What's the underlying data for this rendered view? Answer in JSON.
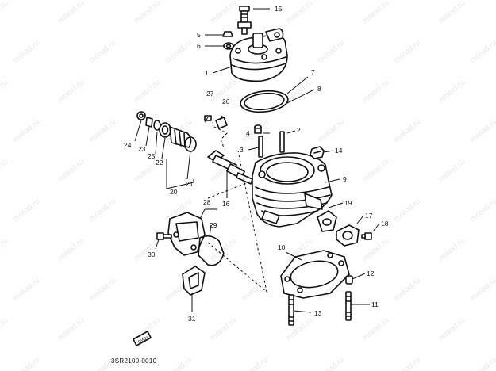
{
  "diagram": {
    "drawing_code": "3SR2100-0010",
    "watermark_text": "motod.ru",
    "callouts": [
      {
        "id": "1",
        "label": "1"
      },
      {
        "id": "2",
        "label": "2"
      },
      {
        "id": "3",
        "label": "3"
      },
      {
        "id": "4",
        "label": "4"
      },
      {
        "id": "5",
        "label": "5"
      },
      {
        "id": "6",
        "label": "6"
      },
      {
        "id": "7",
        "label": "7"
      },
      {
        "id": "8",
        "label": "8"
      },
      {
        "id": "9",
        "label": "9"
      },
      {
        "id": "10",
        "label": "10"
      },
      {
        "id": "11",
        "label": "11"
      },
      {
        "id": "12",
        "label": "12"
      },
      {
        "id": "13",
        "label": "13"
      },
      {
        "id": "14",
        "label": "14"
      },
      {
        "id": "15",
        "label": "15"
      },
      {
        "id": "16",
        "label": "16"
      },
      {
        "id": "17",
        "label": "17"
      },
      {
        "id": "18",
        "label": "18"
      },
      {
        "id": "19",
        "label": "19"
      },
      {
        "id": "20",
        "label": "20"
      },
      {
        "id": "21",
        "label": "21"
      },
      {
        "id": "22",
        "label": "22"
      },
      {
        "id": "23",
        "label": "23"
      },
      {
        "id": "24",
        "label": "24"
      },
      {
        "id": "25",
        "label": "25"
      },
      {
        "id": "26",
        "label": "26"
      },
      {
        "id": "27",
        "label": "27"
      },
      {
        "id": "28",
        "label": "28"
      },
      {
        "id": "29",
        "label": "29"
      },
      {
        "id": "30",
        "label": "30"
      },
      {
        "id": "31",
        "label": "31"
      }
    ]
  }
}
